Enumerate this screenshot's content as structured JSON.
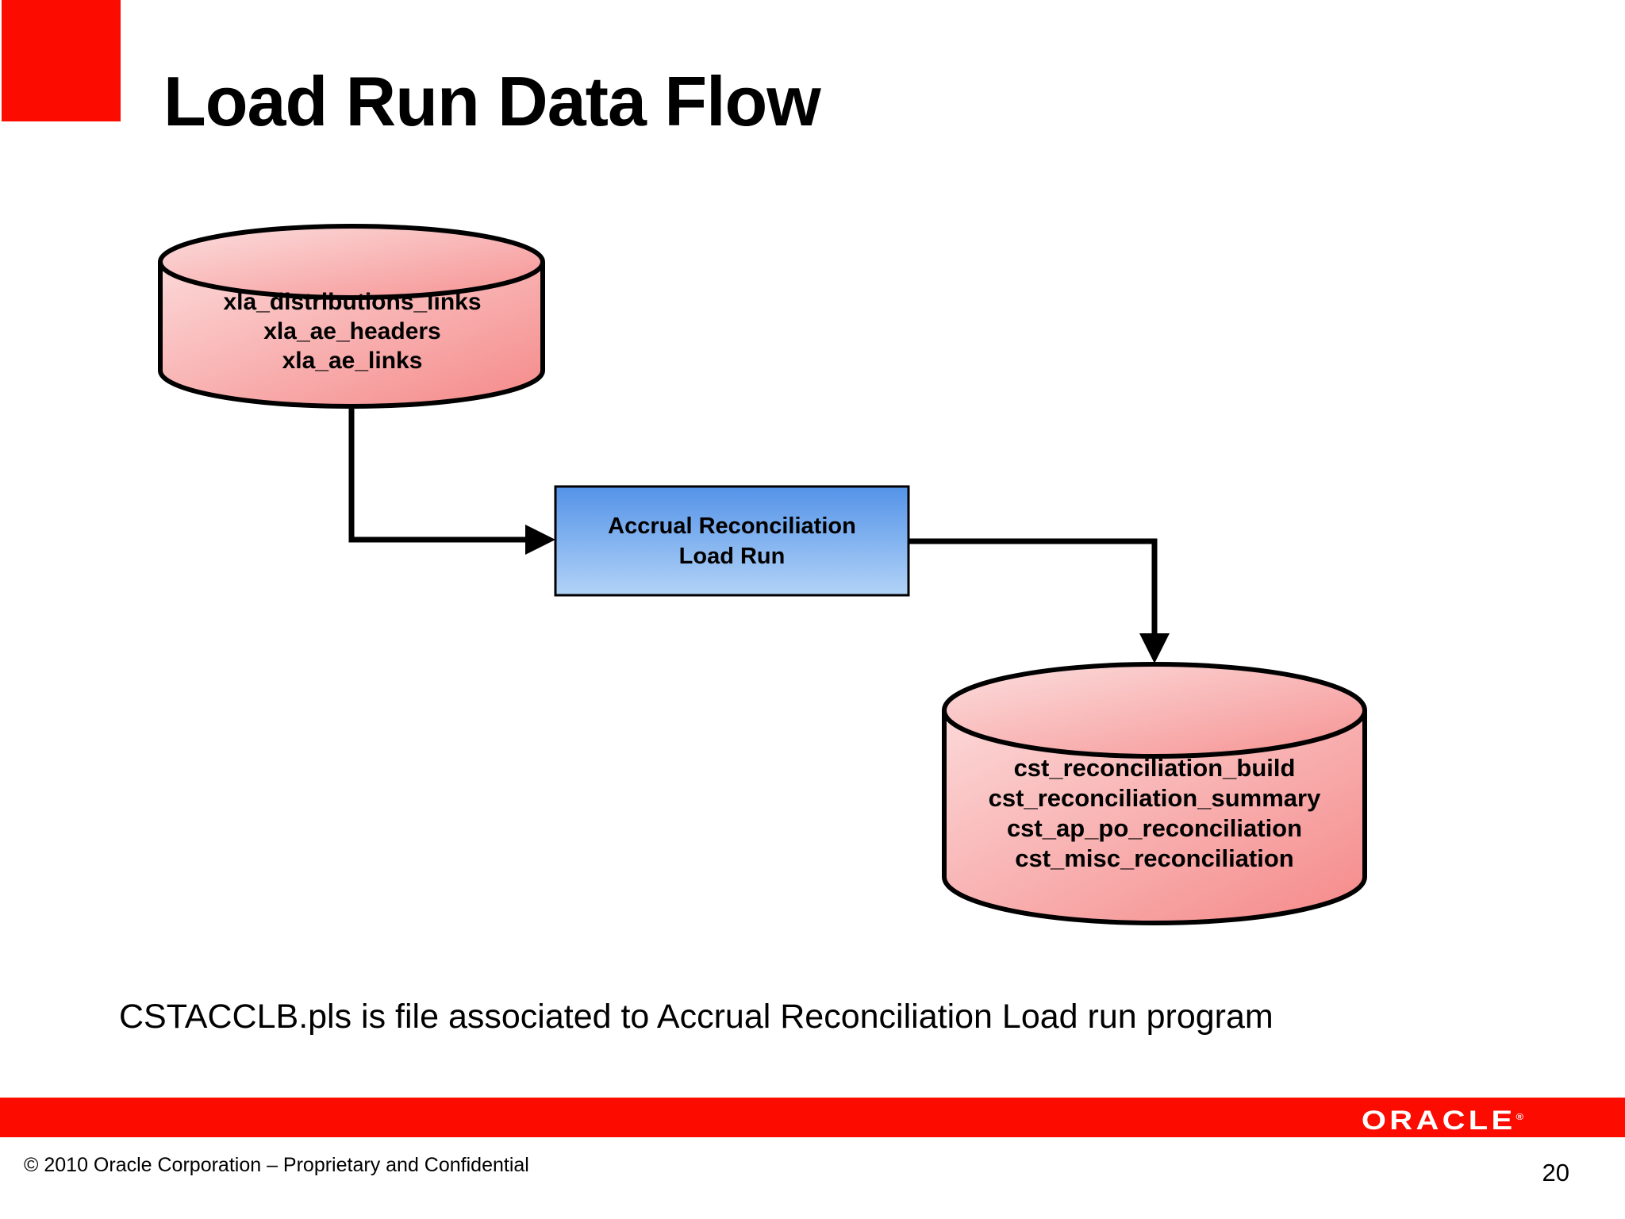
{
  "title": "Load Run Data Flow",
  "diagram": {
    "source_db": {
      "lines": [
        "xla_distributions_links",
        "xla_ae_headers",
        "xla_ae_links"
      ]
    },
    "process": {
      "lines": [
        "Accrual Reconciliation",
        "Load Run"
      ]
    },
    "target_db": {
      "lines": [
        "cst_reconciliation_build",
        "cst_reconciliation_summary",
        "cst_ap_po_reconciliation",
        "cst_misc_reconciliation"
      ]
    }
  },
  "note": "CSTACCLB.pls is file associated to Accrual Reconciliation Load run program",
  "footer": {
    "copyright": "© 2010 Oracle Corporation – Proprietary and Confidential",
    "page_number": "20",
    "logo_text": "ORACLE",
    "logo_registered": "®"
  },
  "colors": {
    "accent_red": "#fb0b00",
    "footer_bar_red": "#fb0b00",
    "db_fill_light": "#fcd8d8",
    "db_fill_dark": "#f58989",
    "process_fill_top": "#5493e8",
    "process_fill_bottom": "#b2d3f7",
    "outline": "#000000"
  }
}
